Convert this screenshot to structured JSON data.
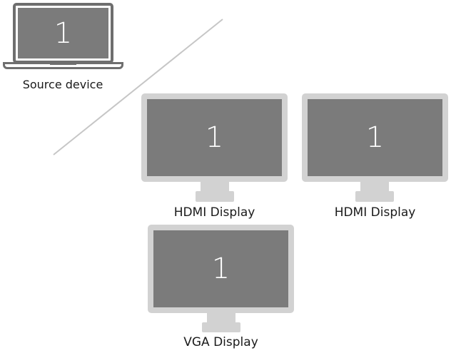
{
  "colors": {
    "screen": "#7b7b7b",
    "bezel": "#d2d2d2",
    "laptop_outline": "#6e6e6e",
    "divider": "#c6c6c6",
    "screen_text": "#ffffff"
  },
  "source": {
    "screen_number": "1",
    "label": "Source device",
    "icon": "laptop-icon"
  },
  "displays": [
    {
      "screen_number": "1",
      "label": "HDMI Display",
      "icon": "monitor-icon"
    },
    {
      "screen_number": "1",
      "label": "HDMI Display",
      "icon": "monitor-icon"
    },
    {
      "screen_number": "1",
      "label": "VGA Display",
      "icon": "monitor-icon"
    }
  ]
}
